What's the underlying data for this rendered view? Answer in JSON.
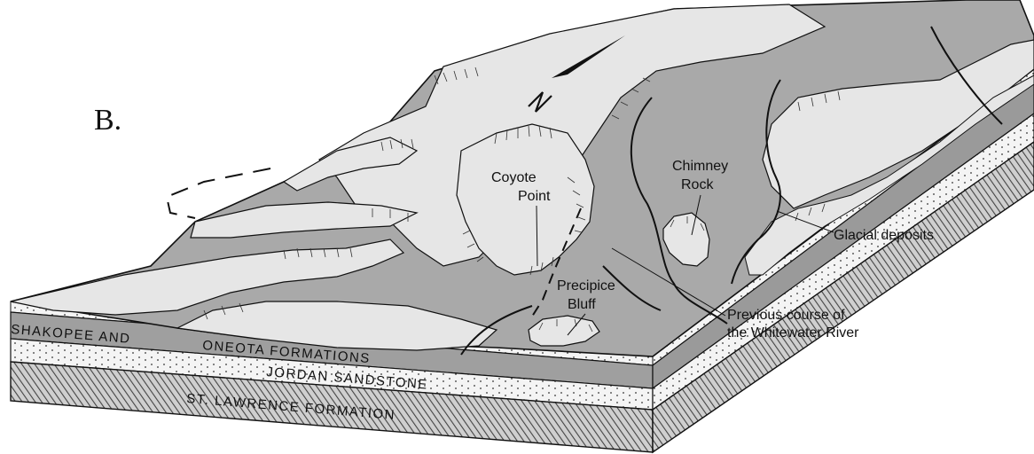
{
  "panel_label": "B.",
  "north_symbol": "N",
  "landmarks": {
    "coyote_point_line1": "Coyote",
    "coyote_point_line2": "Point",
    "chimney_rock_line1": "Chimney",
    "chimney_rock_line2": "Rock",
    "precipice_bluff_line1": "Precipice",
    "precipice_bluff_line2": "Bluff"
  },
  "callouts": {
    "glacial_deposits": "Glacial deposits",
    "previous_course_line1": "Previous course of",
    "previous_course_line2": "the Whitewater River"
  },
  "strata": {
    "shakopee": "SHAKOPEE AND",
    "oneota": "ONEOTA  FORMATIONS",
    "jordan": "JORDAN SANDSTONE",
    "st_lawrence": "ST. LAWRENCE FORMATION"
  },
  "colors": {
    "upland_light": "#e6e6e6",
    "valley_dark": "#a9a9a9",
    "strata_gray": "#9a9a9a",
    "sandstone": "#f2f2f2",
    "hatch": "#555555",
    "ink": "#111111"
  }
}
